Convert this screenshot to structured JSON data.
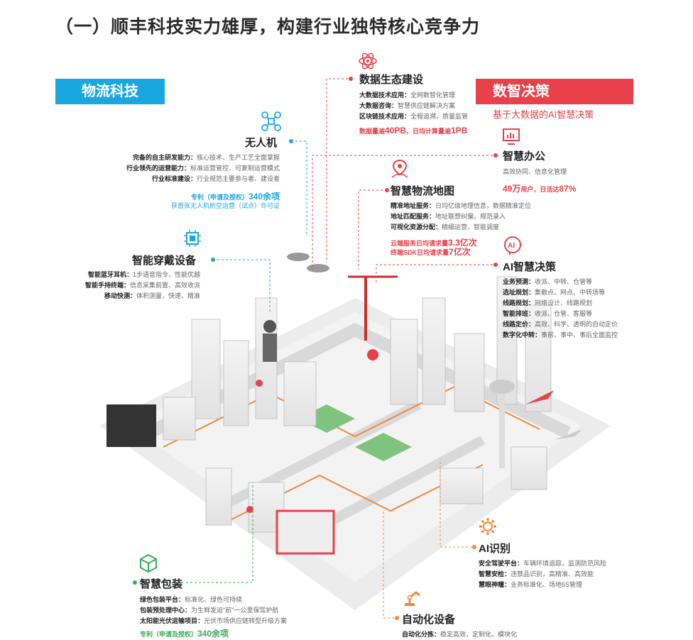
{
  "heading": "（一）顺丰科技实力雄厚，构建行业独特核心竞争力",
  "logistics_tech": {
    "label": "物流科技"
  },
  "digital_decision": {
    "label": "数智决策",
    "subtitle": "基于大数据的AI智慧决策"
  },
  "data_eco": {
    "title": "数据生态建设",
    "rows": [
      {
        "key": "大数据技术应用：",
        "val": "全网数智化管理"
      },
      {
        "key": "大数据咨询：",
        "val": "智慧供应链解决方案"
      },
      {
        "key": "区块链技术应用：",
        "val": "全程追溯，质量监管"
      }
    ],
    "stat_a": "数据量逾",
    "stat_b": "40PB",
    "stat_c": "，日均计算量逾",
    "stat_d": "1PB"
  },
  "drone": {
    "title": "无人机",
    "rows": [
      {
        "key": "完备的自主研发能力：",
        "val": "核心技术、生产工艺全面掌握"
      },
      {
        "key": "行业领先的运营能力：",
        "val": "标准运营管控、可复制运营模式"
      },
      {
        "key": "行业标准建设：",
        "val": "行业规范主要参与者、建设者"
      }
    ],
    "stat_a": "专利（申请及授权）",
    "stat_b": "340余项",
    "stat_c": "获首张无人机航空运营（试点）许可证"
  },
  "smart_office": {
    "title": "智慧办公",
    "rows": [
      {
        "key": "",
        "val": "高效协同、信息化管理"
      }
    ],
    "stat_a": "49万",
    "stat_b": "用户，日活达",
    "stat_c": "87%"
  },
  "smart_map": {
    "title": "智慧物流地图",
    "rows": [
      {
        "key": "精准地址服务：",
        "val": "日均亿级地理信息，数据精准定位"
      },
      {
        "key": "地址匹配服务：",
        "val": "地址联想纠偏，规范录入"
      },
      {
        "key": "可视化资源分配：",
        "val": "精细运营，智能调度"
      }
    ],
    "stat1_a": "云端服务日均请求量",
    "stat1_b": "3.3亿次",
    "stat2_a": "终端SDK日均请求量",
    "stat2_b": "7亿次"
  },
  "wearable": {
    "title": "智能穿戴设备",
    "rows": [
      {
        "key": "智能蓝牙耳机：",
        "val": "1步语音指令、性能优越"
      },
      {
        "key": "智能手持终端：",
        "val": "信息采集前置、高效收派"
      },
      {
        "key": "移动快测：",
        "val": "体积测量，快速、精准"
      }
    ]
  },
  "ai_decision": {
    "title": "AI智慧决策",
    "rows": [
      {
        "key": "业务预测：",
        "val": "收派、中转、仓管等"
      },
      {
        "key": "选址规划：",
        "val": "集散点、网点、中转场等"
      },
      {
        "key": "线路规划：",
        "val": "网络设计、线路规划"
      },
      {
        "key": "智能排班：",
        "val": "收派、仓管、客服等"
      },
      {
        "key": "线路定价：",
        "val": "高效、科学、透明的自动定价"
      },
      {
        "key": "数字化中转：",
        "val": "事前、事中、事后全面监控"
      }
    ]
  },
  "ai_recognition": {
    "title": "AI识别",
    "rows": [
      {
        "key": "安全驾驶平台：",
        "val": "车辆环境追踪，监测防范风险"
      },
      {
        "key": "智慧安检：",
        "val": "违禁品识别，高精准、高效能"
      },
      {
        "key": "慧眼神瞳：",
        "val": "业务标准化、场地6S管理"
      }
    ]
  },
  "smart_pack": {
    "title": "智慧包装",
    "rows": [
      {
        "key": "绿色包装平台：",
        "val": "标准化、绿色可持续"
      },
      {
        "key": "包装预处理中心：",
        "val": "为生鲜发运\"前\"一公里保驾护航"
      },
      {
        "key": "太阳能光伏运输项目：",
        "val": "光伏市场供应链转型升级方案"
      }
    ],
    "stat_a": "专利（申请及授权）",
    "stat_b": "340余项"
  },
  "automation": {
    "title": "自动化设备",
    "rows": [
      {
        "key": "自动化分拣：",
        "val": "稳定高效，定制化，模块化"
      }
    ]
  },
  "colors": {
    "blue": "#1aa7e0",
    "red": "#e8414a",
    "green": "#3aaa5a",
    "orange": "#f0883a"
  }
}
